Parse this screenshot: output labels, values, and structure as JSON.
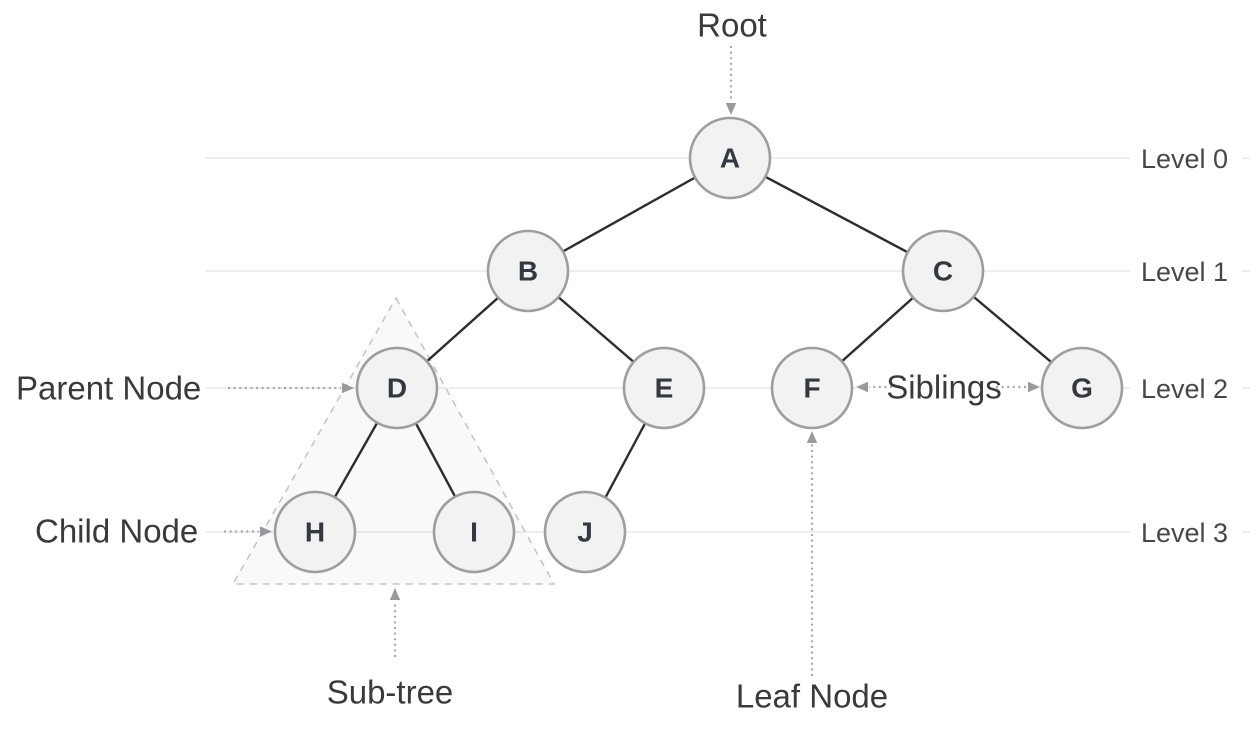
{
  "diagram": {
    "type": "binary-tree-terminology",
    "annotations": {
      "root": "Root",
      "parent_node": "Parent Node",
      "child_node": "Child Node",
      "sub_tree": "Sub-tree",
      "leaf_node": "Leaf Node",
      "siblings": "Siblings"
    },
    "levels": [
      {
        "label": "Level 0"
      },
      {
        "label": "Level 1"
      },
      {
        "label": "Level 2"
      },
      {
        "label": "Level 3"
      }
    ],
    "nodes": [
      {
        "id": "A",
        "label": "A",
        "level": 0
      },
      {
        "id": "B",
        "label": "B",
        "level": 1
      },
      {
        "id": "C",
        "label": "C",
        "level": 1
      },
      {
        "id": "D",
        "label": "D",
        "level": 2
      },
      {
        "id": "E",
        "label": "E",
        "level": 2
      },
      {
        "id": "F",
        "label": "F",
        "level": 2
      },
      {
        "id": "G",
        "label": "G",
        "level": 2
      },
      {
        "id": "H",
        "label": "H",
        "level": 3
      },
      {
        "id": "I",
        "label": "I",
        "level": 3
      },
      {
        "id": "J",
        "label": "J",
        "level": 3
      }
    ],
    "edges": [
      "A-B",
      "A-C",
      "B-D",
      "B-E",
      "C-F",
      "C-G",
      "D-H",
      "D-I",
      "E-J"
    ],
    "colors": {
      "background": "#ffffff",
      "node_fill": "#f2f2f2",
      "node_border": "#9d9da2",
      "node_text": "#343841",
      "tree_edge": "#2d2d2f",
      "level_line": "#e8e8e8",
      "annotation_text": "#3a3a3e",
      "annotation_arrow": "#a8a8ac",
      "subtree_outline": "#c6c6c6"
    }
  }
}
